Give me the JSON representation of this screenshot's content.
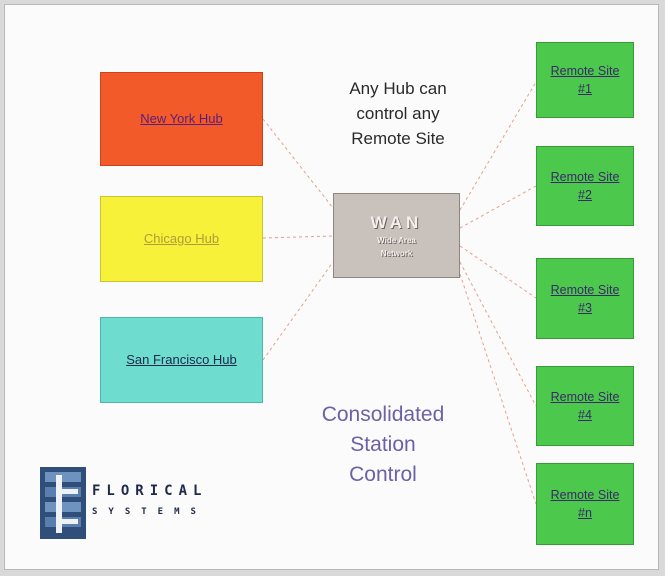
{
  "hubs": [
    {
      "id": "ny",
      "label": "New York Hub"
    },
    {
      "id": "chi",
      "label": "Chicago Hub"
    },
    {
      "id": "sf",
      "label": "San Francisco Hub"
    }
  ],
  "wan": {
    "title": "WAN",
    "subtitle_line1": "Wide Area",
    "subtitle_line2": "Network"
  },
  "remotes": [
    {
      "line1": "Remote Site",
      "line2": "#1"
    },
    {
      "line1": "Remote Site",
      "line2": "#2"
    },
    {
      "line1": "Remote Site",
      "line2": "#3"
    },
    {
      "line1": "Remote Site",
      "line2": "#4"
    },
    {
      "line1": "Remote Site",
      "line2": "#n"
    }
  ],
  "note": {
    "line1": "Any Hub can",
    "line2": "control any",
    "line3": "Remote Site"
  },
  "caption": {
    "line1": "Consolidated",
    "line2": "Station",
    "line3": "Control"
  },
  "logo": {
    "name": "FLORICAL",
    "sub": "SYSTEMS"
  },
  "colors": {
    "new_york": "#f25a2a",
    "chicago": "#f7f13a",
    "san_francisco": "#6fdcd0",
    "wan": "#c9c1bb",
    "remote": "#4cc84c",
    "caption": "#6b62a6",
    "connector": "#e6a08a"
  }
}
